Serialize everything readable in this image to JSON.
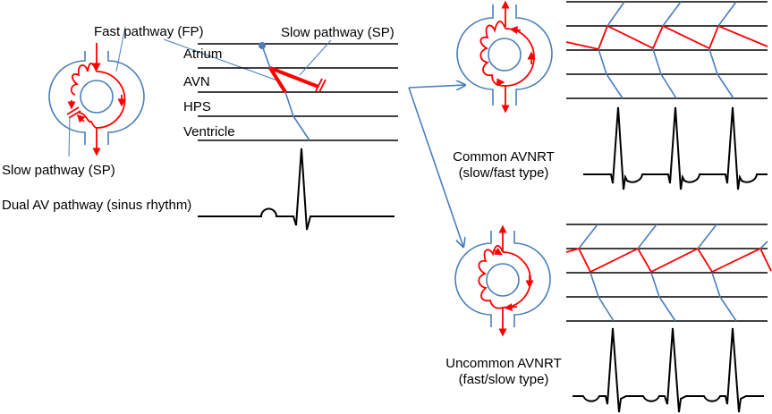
{
  "colors": {
    "anatomy_blue": "#4a7ebb",
    "circuit_red": "#ff0000",
    "ecg_black": "#000000",
    "background": "#ffffff"
  },
  "left_panel": {
    "fast_pathway_label": "Fast pathway (FP)",
    "slow_pathway_label_top": "Slow pathway (SP)",
    "slow_pathway_label_bottom": "Slow pathway (SP)",
    "caption": "Dual AV pathway (sinus rhythm)",
    "ladder_levels": [
      "Atrium",
      "AVN",
      "HPS",
      "Ventricle"
    ]
  },
  "common_panel": {
    "caption_line1": "Common AVNRT",
    "caption_line2": "(slow/fast type)",
    "beats": 3
  },
  "uncommon_panel": {
    "caption_line1": "Uncommon AVNRT",
    "caption_line2": "(fast/slow type)",
    "beats": 3
  }
}
